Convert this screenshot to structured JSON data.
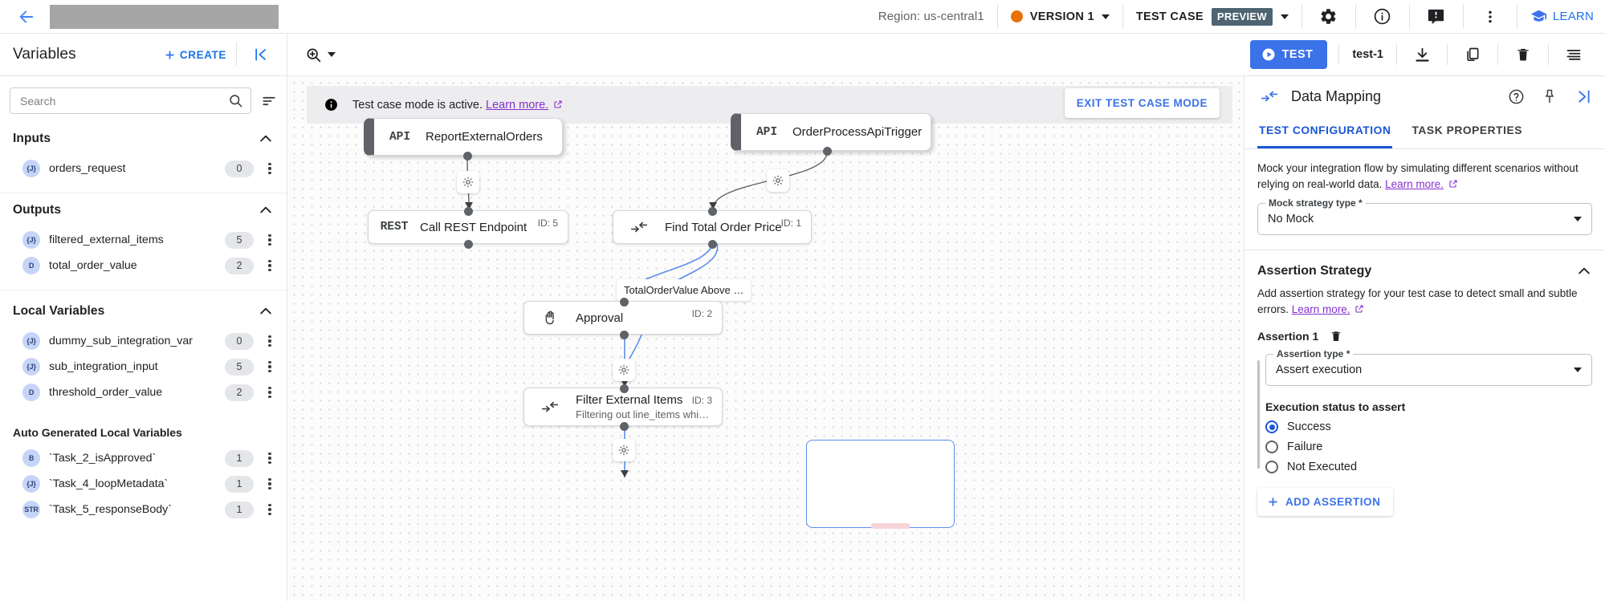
{
  "topbar": {
    "back_icon": "back-arrow-icon",
    "region": "Region: us-central1",
    "version": "VERSION 1",
    "test_case_label": "TEST CASE",
    "preview_badge": "PREVIEW",
    "settings_icon": "gear-icon",
    "info_icon": "info-icon",
    "feedback_icon": "feedback-icon",
    "more_icon": "more-vertical-icon",
    "learn_label": "LEARN"
  },
  "subbar": {
    "variables_title": "Variables",
    "create_label": "CREATE",
    "collapse_icon": "collapse-panel-icon",
    "zoom_icon": "zoom-in-icon",
    "test_label": "TEST",
    "test_name": "test-1",
    "download_icon": "download-icon",
    "copy_icon": "copy-icon",
    "delete_icon": "trash-icon",
    "list_icon": "list-icon"
  },
  "search": {
    "placeholder": "Search",
    "value": "",
    "sort_icon": "sort-icon"
  },
  "variables": {
    "sections": [
      {
        "title": "Inputs",
        "collapsed": false,
        "items": [
          {
            "type": "{J}",
            "name": "orders_request",
            "count": "0"
          }
        ]
      },
      {
        "title": "Outputs",
        "collapsed": false,
        "items": [
          {
            "type": "{J}",
            "name": "filtered_external_items",
            "count": "5"
          },
          {
            "type": "D",
            "name": "total_order_value",
            "count": "2"
          }
        ]
      },
      {
        "title": "Local Variables",
        "collapsed": false,
        "items": [
          {
            "type": "{J}",
            "name": "dummy_sub_integration_var",
            "count": "0"
          },
          {
            "type": "{J}",
            "name": "sub_integration_input",
            "count": "5"
          },
          {
            "type": "D",
            "name": "threshold_order_value",
            "count": "2"
          }
        ]
      }
    ],
    "auto_generated_title": "Auto Generated Local Variables",
    "auto_generated": [
      {
        "type": "B",
        "name": "`Task_2_isApproved`",
        "count": "1"
      },
      {
        "type": "{J}",
        "name": "`Task_4_loopMetadata`",
        "count": "1"
      },
      {
        "type": "STR",
        "name": "`Task_5_responseBody`",
        "count": "1"
      }
    ]
  },
  "canvas": {
    "banner_icon": "info-filled-icon",
    "banner_text": "Test case mode is active.",
    "banner_link": "Learn more.",
    "exit_button": "EXIT TEST CASE MODE",
    "nodes": [
      {
        "kind": "trigger",
        "tag": "API",
        "title": "ReportExternalOrders",
        "sub": "",
        "id": ""
      },
      {
        "kind": "trigger",
        "tag": "API",
        "title": "OrderProcessApiTrigger",
        "sub": "",
        "id": ""
      },
      {
        "kind": "task",
        "tag": "REST",
        "title": "Call REST Endpoint",
        "sub": "",
        "id": "ID: 5"
      },
      {
        "kind": "task",
        "tag": "mapping",
        "title": "Find Total Order Price",
        "sub": "",
        "id": "ID: 1"
      },
      {
        "kind": "task",
        "tag": "approval",
        "title": "Approval",
        "sub": "",
        "id": "ID: 2"
      },
      {
        "kind": "task",
        "tag": "mapping",
        "title": "Filter External Items",
        "sub": "Filtering out line_items whi…",
        "id": "ID: 3"
      }
    ],
    "edge_label": "TotalOrderValue Above …"
  },
  "rightpanel": {
    "panel_icon": "data-mapping-icon",
    "title": "Data Mapping",
    "help_icon": "help-circle-icon",
    "pin_icon": "pin-icon",
    "expand_icon": "expand-panel-icon",
    "tabs": [
      {
        "label": "TEST CONFIGURATION",
        "active": true
      },
      {
        "label": "TASK PROPERTIES",
        "active": false
      }
    ],
    "mock_desc": "Mock your integration flow by simulating different scenarios without relying on real-world data.",
    "mock_desc_link": "Learn more.",
    "mock_field_label": "Mock strategy type *",
    "mock_field_value": "No Mock",
    "assertion_section_title": "Assertion Strategy",
    "assertion_desc": "Add assertion strategy for your test case to detect small and subtle errors.",
    "assertion_desc_link": "Learn more.",
    "assertion_item_label": "Assertion 1",
    "assertion_delete_icon": "trash-icon",
    "assertion_type_label": "Assertion type *",
    "assertion_type_value": "Assert execution",
    "exec_status_label": "Execution status to assert",
    "radios": [
      {
        "label": "Success",
        "selected": true
      },
      {
        "label": "Failure",
        "selected": false
      },
      {
        "label": "Not Executed",
        "selected": false
      }
    ],
    "add_assertion_label": "ADD ASSERTION"
  },
  "colors": {
    "accent_blue": "#1a73e8",
    "primary_button": "#3b72e8",
    "version_dot": "#e8710a",
    "preview_badge": "#4e6472",
    "link_purple": "#8430ce"
  }
}
